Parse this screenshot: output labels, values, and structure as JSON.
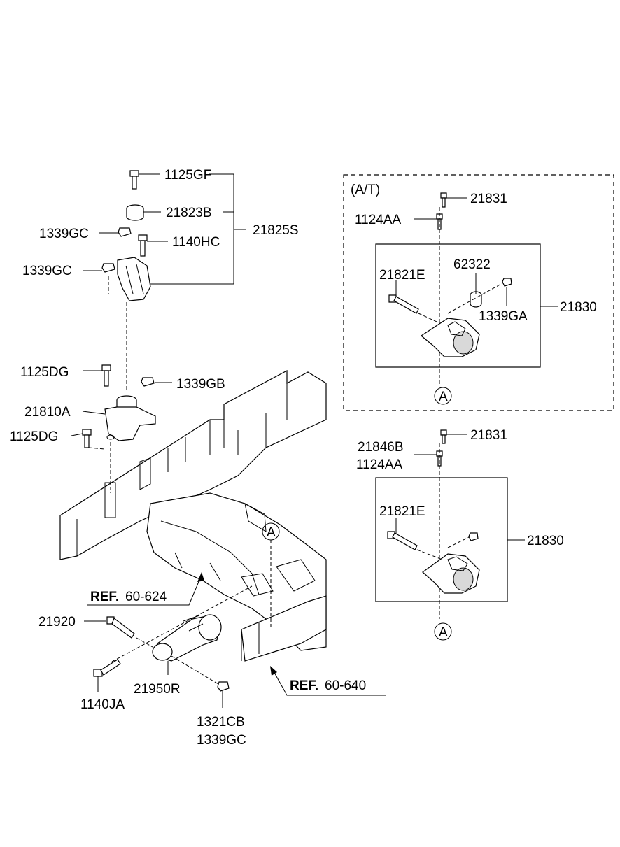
{
  "labels": {
    "p1125GF": "1125GF",
    "p21823B": "21823B",
    "p1339GC_a": "1339GC",
    "p1140HC": "1140HC",
    "p21825S": "21825S",
    "p1339GC_b": "1339GC",
    "p1125DG_a": "1125DG",
    "p1339GB": "1339GB",
    "p21810A": "21810A",
    "p1125DG_b": "1125DG",
    "ref1_bold": "REF.",
    "ref1_num": "60-624",
    "p21920": "21920",
    "p1140JA": "1140JA",
    "p21950R": "21950R",
    "p1321CB": "1321CB",
    "p1339GC_c": "1339GC",
    "ref2_bold": "REF.",
    "ref2_num": "60-640",
    "circleA_mid": "A",
    "at_header": "(A/T)",
    "at_21831": "21831",
    "at_1124AA": "1124AA",
    "at_21821E": "21821E",
    "at_62322": "62322",
    "at_1339GA": "1339GA",
    "at_21830": "21830",
    "at_circleA": "A",
    "mt_21831": "21831",
    "mt_21846B": "21846B",
    "mt_1124AA": "1124AA",
    "mt_21821E": "21821E",
    "mt_21830": "21830",
    "mt_circleA": "A"
  }
}
